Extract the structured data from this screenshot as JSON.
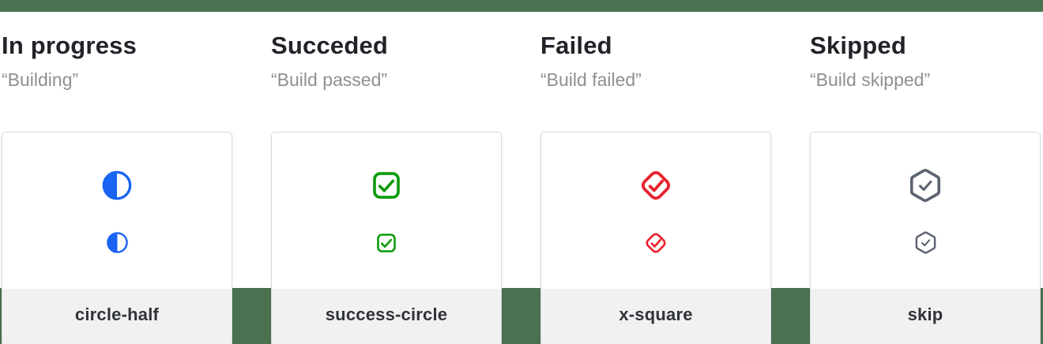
{
  "page": {
    "background_color": "#ffffff",
    "backdrop_green": "#4a7250"
  },
  "colors": {
    "heading_text": "#212329",
    "subtitle_text": "#8f8f94",
    "card_border": "#dcdce0",
    "footer_background": "#f1f1f2",
    "footer_text": "#303338",
    "in_progress_blue": "#1a63f3",
    "succeeded_green": "#0d9b0d",
    "failed_red": "#e8232e",
    "skipped_gray": "#5c6370"
  },
  "columns": [
    {
      "title": "In progress",
      "quote": "“Building”",
      "icon": "circle-half-icon",
      "label": "circle-half",
      "color": "#1a63f3"
    },
    {
      "title": "Succeded",
      "quote": "“Build passed”",
      "icon": "check-square-icon",
      "label": "success-circle",
      "color": "#0d9b0d"
    },
    {
      "title": "Failed",
      "quote": "“Build failed”",
      "icon": "check-diamond-icon",
      "label": "x-square",
      "color": "#e8232e"
    },
    {
      "title": "Skipped",
      "quote": "“Build skipped”",
      "icon": "check-hexagon-icon",
      "label": "skip",
      "color": "#5c6370"
    }
  ]
}
